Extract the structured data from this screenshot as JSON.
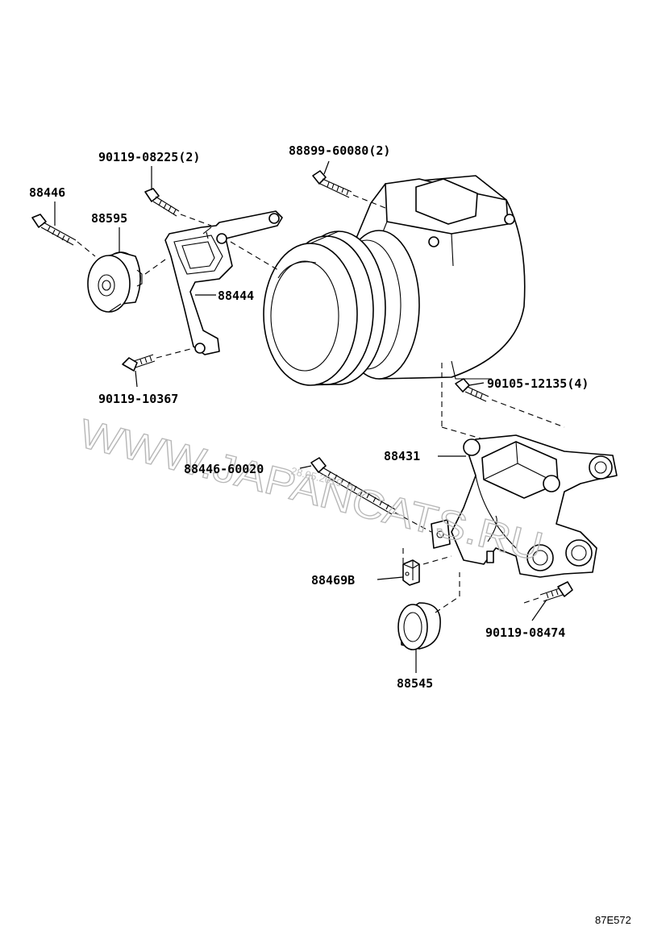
{
  "diagram": {
    "labels": {
      "p90119_08225": "90119-08225(2)",
      "p88899_60080": "88899-60080(2)",
      "p88446": "88446",
      "p88595": "88595",
      "p88444": "88444",
      "p90119_10367": "90119-10367",
      "p90105_12135": "90105-12135(4)",
      "p88431": "88431",
      "p88446_60020": "88446-60020",
      "p88469B": "88469B",
      "p90119_08474": "90119-08474",
      "p88545": "88545"
    },
    "watermark": {
      "text": "WWW.JAPANCATS.RU",
      "date": "28.05.2019"
    },
    "figure_code": "87E572"
  }
}
